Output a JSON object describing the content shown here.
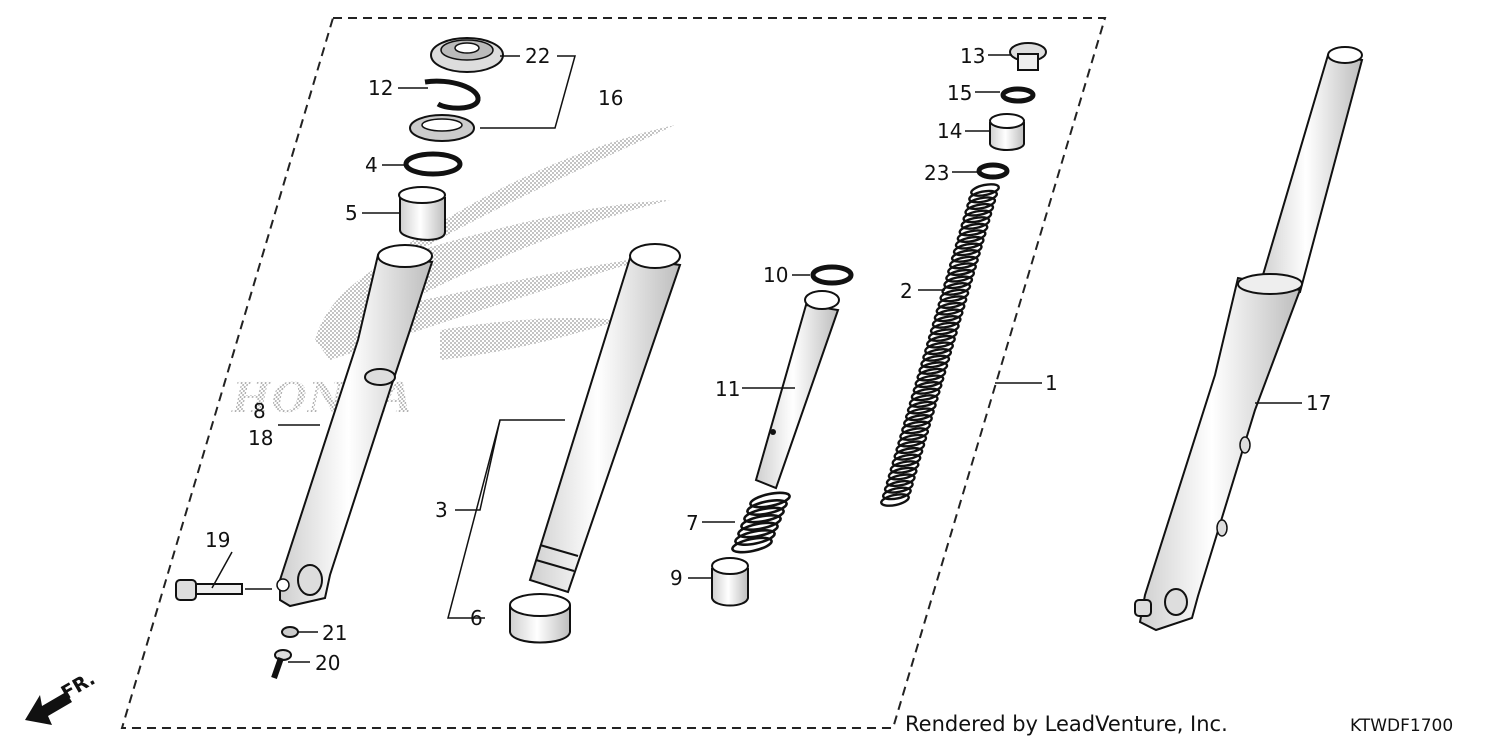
{
  "diagram": {
    "direction_marker": "FR.",
    "watermark_text": "HONDA",
    "credit": "Rendered by LeadVenture, Inc.",
    "figure_code": "KTWDF1700",
    "callouts": {
      "c1": "1",
      "c2": "2",
      "c3": "3",
      "c4": "4",
      "c5": "5",
      "c6": "6",
      "c7": "7",
      "c8": "8",
      "c9": "9",
      "c10": "10",
      "c11": "11",
      "c12": "12",
      "c13": "13",
      "c14": "14",
      "c15": "15",
      "c16": "16",
      "c17": "17",
      "c18": "18",
      "c19": "19",
      "c20": "20",
      "c21": "21",
      "c22": "22",
      "c23": "23"
    }
  }
}
